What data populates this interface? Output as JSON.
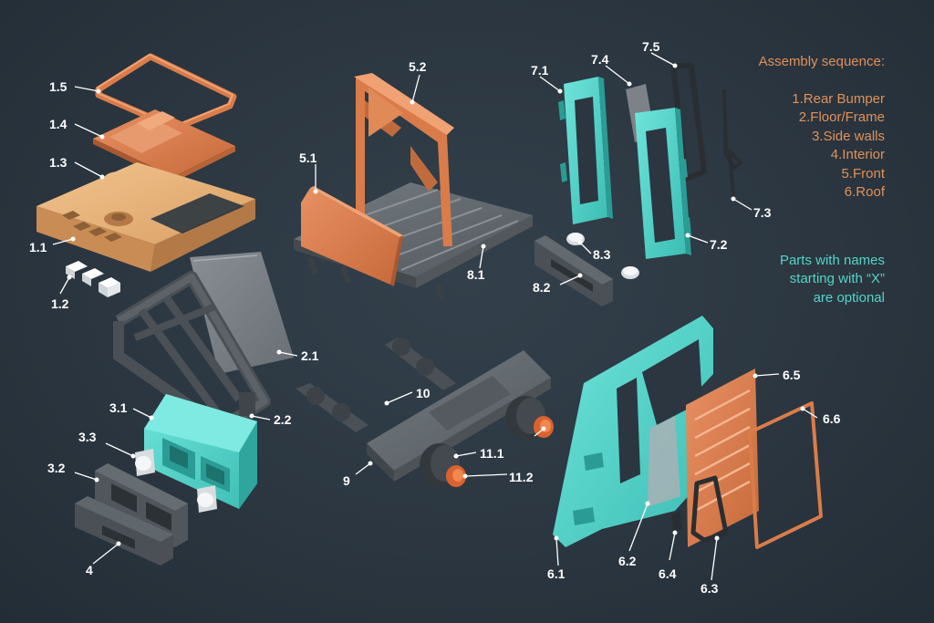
{
  "colors": {
    "background": "#2b3640",
    "orange": "#d97c4a",
    "orange_dark": "#a9582f",
    "wood": "#e7b27a",
    "wood_dark": "#b7814f",
    "teal": "#52d6cc",
    "teal_dark": "#2a9c95",
    "grey": "#646b71",
    "grey_dark": "#3f454a",
    "black": "#2a2e32",
    "label": "#ffffff",
    "sequence_text": "#e0915a",
    "optional_text": "#54d4c9"
  },
  "legend": {
    "title": "Assembly sequence:",
    "steps": [
      "1.Rear Bumper",
      "2.Floor/Frame",
      "3.Side walls",
      "4.Interior",
      "5.Front",
      "6.Roof"
    ],
    "optional_note": [
      "Parts with names",
      "starting with “X”",
      "are optional"
    ]
  },
  "parts": {
    "p1_1": "1.1",
    "p1_2": "1.2",
    "p1_3": "1.3",
    "p1_4": "1.4",
    "p1_5": "1.5",
    "p2_1": "2.1",
    "p2_2": "2.2",
    "p3_1": "3.1",
    "p3_2": "3.2",
    "p3_3": "3.3",
    "p4": "4",
    "p5_1": "5.1",
    "p5_2": "5.2",
    "p6_1": "6.1",
    "p6_2": "6.2",
    "p6_3": "6.3",
    "p6_4": "6.4",
    "p6_5": "6.5",
    "p6_6": "6.6",
    "p7_1": "7.1",
    "p7_2": "7.2",
    "p7_3": "7.3",
    "p7_4": "7.4",
    "p7_5": "7.5",
    "p8_1": "8.1",
    "p8_2": "8.2",
    "p8_3": "8.3",
    "p9": "9",
    "p10": "10",
    "p11_1": "11.1",
    "p11_2": "11.2"
  }
}
